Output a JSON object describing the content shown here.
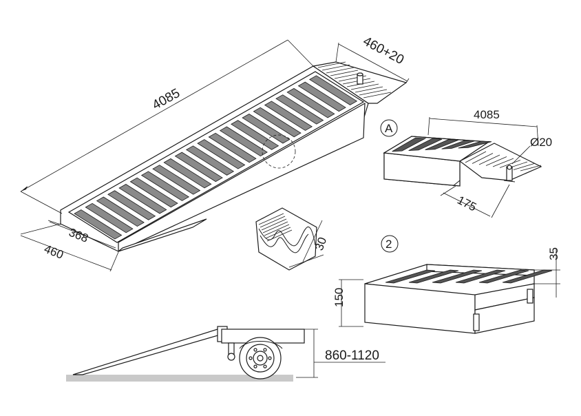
{
  "dimensions": {
    "main_length": "4085",
    "main_end_width": "460+20",
    "main_inner_width": "368",
    "main_outer_width": "460",
    "profile_pitch": "30",
    "detail_length": "4085",
    "detail_pin": "Ø20",
    "detail_depth": "175",
    "section_height": "150",
    "section_step": "35",
    "side_height": "860-1120"
  },
  "callouts": {
    "detail_a": "A",
    "section_2": "2"
  },
  "colors": {
    "line": "#1a1a1a",
    "slat": "#8a8a8a",
    "ground": "#c9c9c9"
  }
}
